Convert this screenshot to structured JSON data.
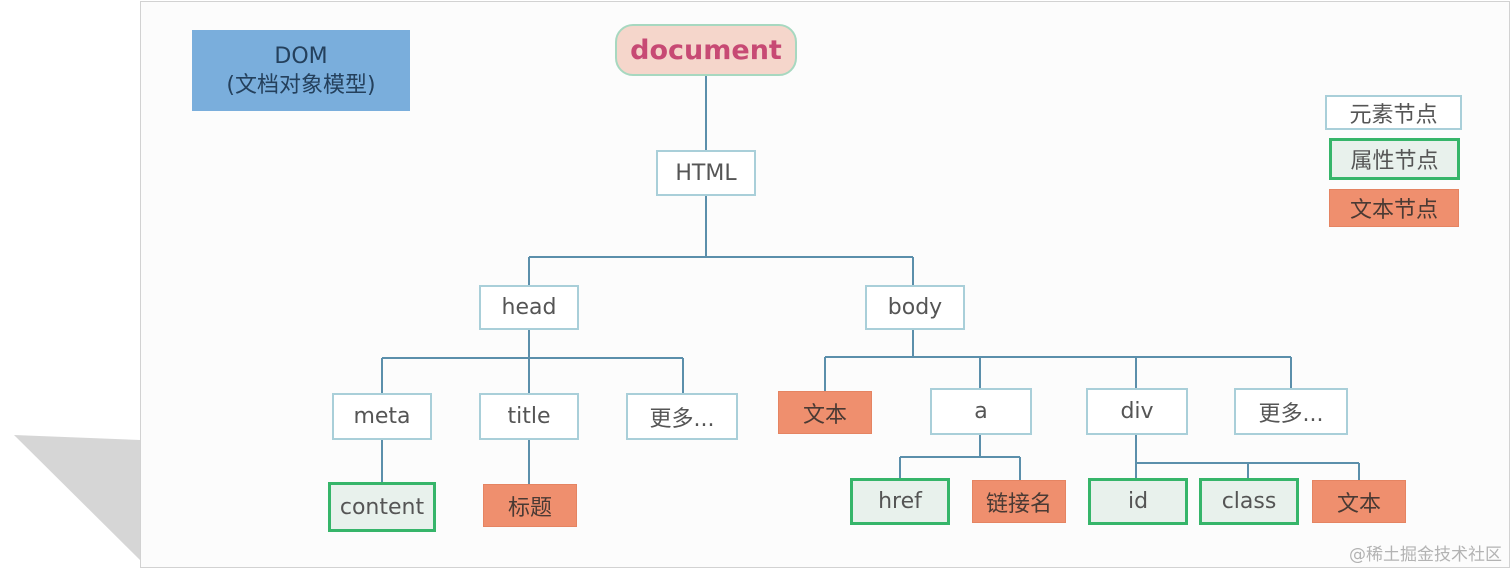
{
  "dom_label": {
    "line1": "DOM",
    "line2": "(文档对象模型)"
  },
  "tree": {
    "document": "document",
    "html": "HTML",
    "head": "head",
    "body": "body",
    "meta": "meta",
    "title": "title",
    "head_more": "更多...",
    "body_text": "文本",
    "a": "a",
    "div": "div",
    "body_more": "更多...",
    "content": "content",
    "title_text": "标题",
    "href": "href",
    "link_name": "链接名",
    "id": "id",
    "class": "class",
    "div_text": "文本"
  },
  "legend": {
    "element": "元素节点",
    "attribute": "属性节点",
    "text": "文本节点"
  },
  "watermark": "@稀土掘金技术社区",
  "colors": {
    "element_border": "#a9cfd9",
    "attribute_border": "#36b56a",
    "text_fill": "#ef8f6e",
    "connector": "#5b8fab",
    "document_text": "#c74a74",
    "dom_box_fill": "#7aaedc"
  }
}
